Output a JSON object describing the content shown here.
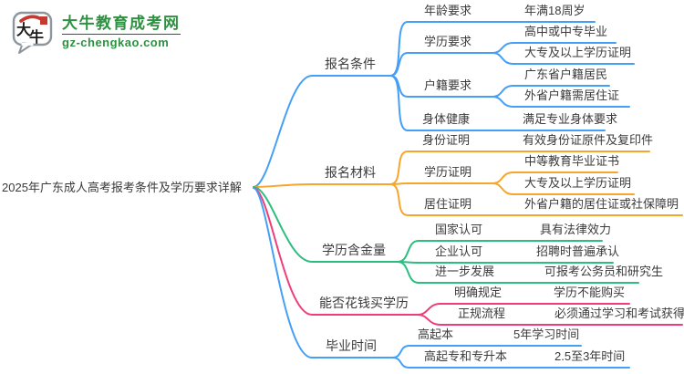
{
  "logo": {
    "brand": "大牛教育成考网",
    "domain": "gz-chengkao.com",
    "mark_char_1": "大",
    "mark_char_2": "牛",
    "brand_color": "#2e9141",
    "seal_color": "#c5392e"
  },
  "central_topic": "2025年广东成人高考报考条件及学历要求详解",
  "palette": {
    "text": "#3b3b3b"
  },
  "branches": [
    {
      "label": "报名条件",
      "color": "#449ff6",
      "children": [
        {
          "label": "年龄要求",
          "leaves": [
            "年满18周岁"
          ]
        },
        {
          "label": "学历要求",
          "leaves": [
            "高中或中专毕业",
            "大专及以上学历证明"
          ]
        },
        {
          "label": "户籍要求",
          "leaves": [
            "广东省户籍居民",
            "外省户籍需居住证"
          ]
        },
        {
          "label": "身体健康",
          "leaves": [
            "满足专业身体要求"
          ]
        }
      ]
    },
    {
      "label": "报名材料",
      "color": "#f5a62b",
      "children": [
        {
          "label": "身份证明",
          "leaves": [
            "有效身份证原件及复印件"
          ]
        },
        {
          "label": "学历证明",
          "leaves": [
            "中等教育毕业证书",
            "大专及以上学历证明"
          ]
        },
        {
          "label": "居住证明",
          "leaves": [
            "外省户籍的居住证或社保障明"
          ]
        }
      ]
    },
    {
      "label": "学历含金量",
      "color": "#2dbd7e",
      "children": [
        {
          "label": "国家认可",
          "leaves": [
            "具有法律效力"
          ]
        },
        {
          "label": "企业认可",
          "leaves": [
            "招聘时普遍承认"
          ]
        },
        {
          "label": "进一步发展",
          "leaves": [
            "可报考公务员和研究生"
          ]
        }
      ]
    },
    {
      "label": "能否花钱买学历",
      "color": "#ee3d78",
      "children": [
        {
          "label": "明确规定",
          "leaves": [
            "学历不能购买"
          ]
        },
        {
          "label": "正规流程",
          "leaves": [
            "必须通过学习和考试获得"
          ]
        }
      ]
    },
    {
      "label": "毕业时间",
      "color": "#449ff6",
      "children": [
        {
          "label": "高起本",
          "leaves": [
            "5年学习时间"
          ]
        },
        {
          "label": "高起专和专升本",
          "leaves": [
            "2.5至3年时间"
          ]
        }
      ]
    }
  ]
}
